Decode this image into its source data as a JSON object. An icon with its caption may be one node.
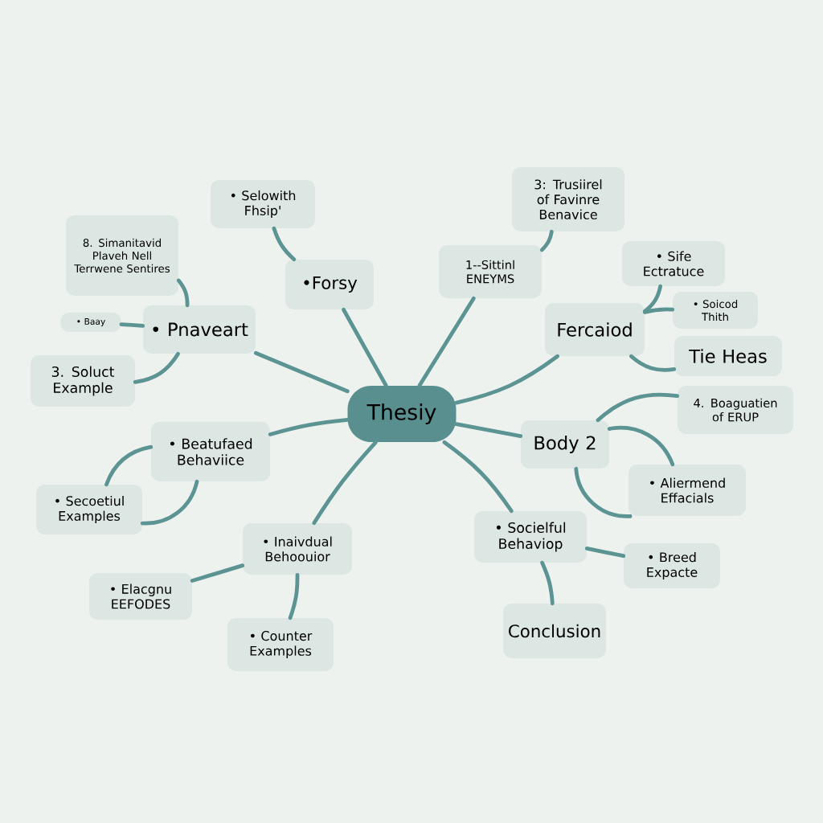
{
  "diagram": {
    "nodes": [
      {
        "text": [
          "Thesiy"
        ]
      },
      {
        "text": [
          "• Pnaveart"
        ]
      },
      {
        "text": [
          "8. Simanitavid Plaveh Nell Terrwene Sentires"
        ]
      },
      {
        "text": [
          "• Baay"
        ]
      },
      {
        "text": [
          "3. Soluct Example"
        ]
      },
      {
        "text": [
          "• Selowith Fhsip'"
        ]
      },
      {
        "text": [
          "•Forsy"
        ]
      },
      {
        "text": [
          "3: Trusiirel of Favinre Benavice"
        ]
      },
      {
        "text": [
          "1--Sittinl ENEYMS"
        ]
      },
      {
        "text": [
          "• Sife Ectratuce"
        ]
      },
      {
        "text": [
          "Fercaiod"
        ]
      },
      {
        "text": [
          "• Soicod Thith"
        ]
      },
      {
        "text": [
          "Tie Heas"
        ]
      },
      {
        "text": [
          "4. Boaguatien of ERUP"
        ]
      },
      {
        "text": [
          "Body 2"
        ]
      },
      {
        "text": [
          "• Aliermend Effacials"
        ]
      },
      {
        "text": [
          "• Beatufaed Behaviice"
        ]
      },
      {
        "text": [
          "• Secoetiul Examples"
        ]
      },
      {
        "text": [
          "• Inaivdual Behoouior"
        ]
      },
      {
        "text": [
          "• Elacgnu EEFODES"
        ]
      },
      {
        "text": [
          "• Counter Examples"
        ]
      },
      {
        "text": [
          "• Socielful Behaviop"
        ]
      },
      {
        "text": [
          "• Breed Expacte"
        ]
      },
      {
        "text": [
          "Conclusion"
        ]
      }
    ],
    "edges": [
      {
        "from": 0,
        "to": 1,
        "arrow": "none"
      },
      {
        "from": 1,
        "to": 2,
        "arrow": "none"
      },
      {
        "from": 1,
        "to": 3,
        "arrow": "none"
      },
      {
        "from": 1,
        "to": 4,
        "arrow": "none"
      },
      {
        "from": 0,
        "to": 6,
        "arrow": "none"
      },
      {
        "from": 6,
        "to": 5,
        "arrow": "none"
      },
      {
        "from": 0,
        "to": 8,
        "arrow": "none"
      },
      {
        "from": 8,
        "to": 7,
        "arrow": "none"
      },
      {
        "from": 0,
        "to": 10,
        "arrow": "none"
      },
      {
        "from": 10,
        "to": 9,
        "arrow": "none"
      },
      {
        "from": 10,
        "to": 11,
        "arrow": "none"
      },
      {
        "from": 10,
        "to": 12,
        "arrow": "none"
      },
      {
        "from": 0,
        "to": 14,
        "arrow": "none"
      },
      {
        "from": 14,
        "to": 13,
        "arrow": "none"
      },
      {
        "from": 14,
        "to": 15,
        "arrow": "none"
      },
      {
        "from": 14,
        "to": 15,
        "arrow": "none"
      },
      {
        "from": 0,
        "to": 16,
        "arrow": "none"
      },
      {
        "from": 16,
        "to": 17,
        "arrow": "none"
      },
      {
        "from": 16,
        "to": 17,
        "arrow": "none"
      },
      {
        "from": 0,
        "to": 18,
        "arrow": "none"
      },
      {
        "from": 18,
        "to": 19,
        "arrow": "none"
      },
      {
        "from": 18,
        "to": 20,
        "arrow": "none"
      },
      {
        "from": 0,
        "to": 21,
        "arrow": "none"
      },
      {
        "from": 21,
        "to": 22,
        "arrow": "none"
      },
      {
        "from": 21,
        "to": 23,
        "arrow": "none"
      }
    ]
  }
}
